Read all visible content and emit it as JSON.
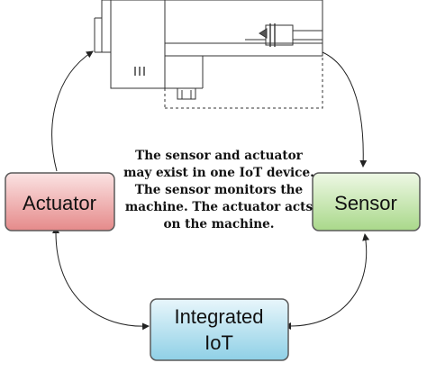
{
  "nodes": {
    "actuator": {
      "label": "Actuator",
      "fill": "#e58a8a",
      "fill_light": "#fbe3e3",
      "stroke": "#5a5a5a"
    },
    "sensor": {
      "label": "Sensor",
      "fill": "#a9d88a",
      "fill_light": "#eef8e5",
      "stroke": "#5a5a5a"
    },
    "integrated": {
      "label_line1": "Integrated",
      "label_line2": "IoT",
      "fill": "#8fd0e6",
      "fill_light": "#e8f6fb",
      "stroke": "#5a5a5a"
    }
  },
  "caption": {
    "line1": "The sensor and actuator",
    "line2": "may exist in one IoT device.",
    "line3": "The sensor monitors the",
    "line4": "machine. The actuator acts",
    "line5": "on the machine."
  },
  "colors": {
    "text": "#111111",
    "arrow": "#222222",
    "machine_line": "#333333"
  },
  "icons": {
    "machine": "machine-drawing-icon"
  }
}
